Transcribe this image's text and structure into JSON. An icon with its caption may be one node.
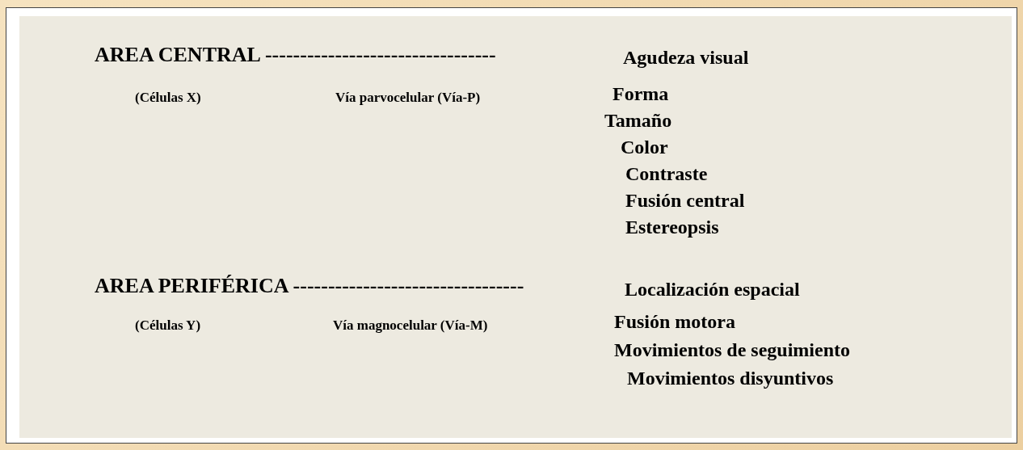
{
  "diagram": {
    "labels": [
      "AREA CENTRAL ---------------------------------",
      "Agudeza visual",
      "(Células X)",
      "Vía parvocelular (Vía-P)",
      "Forma",
      "Tamaño",
      "Color",
      "Contraste",
      "Fusión central",
      "Estereopsis",
      "AREA PERIFÉRICA ---------------------------------",
      "Localización espacial",
      "(Células Y)",
      "Vía magnocelular (Vía-M)",
      "Fusión motora",
      "Movimientos de seguimiento",
      "Movimientos disyuntivos"
    ]
  }
}
